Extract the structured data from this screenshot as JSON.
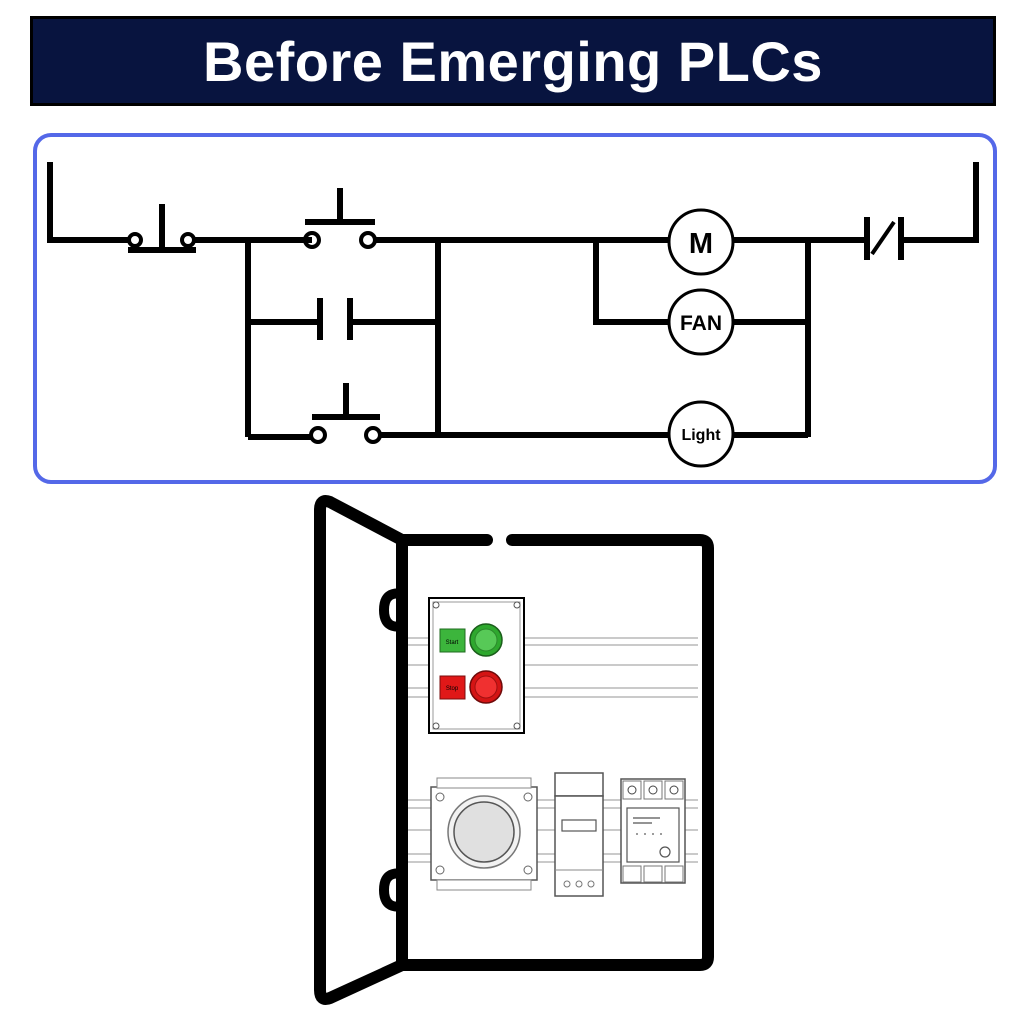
{
  "title": "Before Emerging PLCs",
  "ladder": {
    "loads": {
      "motor": "M",
      "fan": "FAN",
      "light": "Light"
    }
  },
  "cabinet": {
    "start_label": "Start",
    "stop_label": "Stop"
  },
  "colors": {
    "banner": "#08143f",
    "panel_border": "#5468e8",
    "start_green": "#3cb53c",
    "stop_red": "#e01818"
  }
}
